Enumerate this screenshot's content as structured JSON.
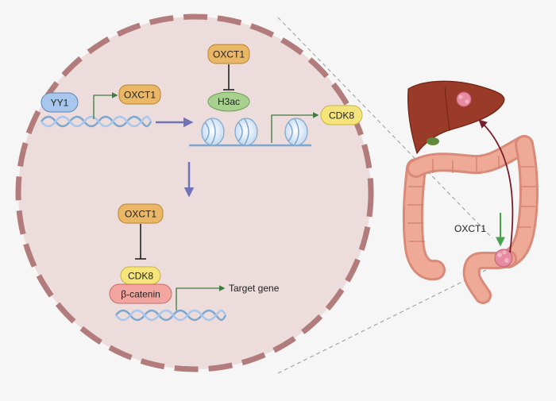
{
  "labels": {
    "yy1": "YY1",
    "oxct1_promoter": "OXCT1",
    "oxct1_top": "OXCT1",
    "h3ac": "H3ac",
    "cdk8_top": "CDK8",
    "oxct1_lower": "OXCT1",
    "cdk8_lower": "CDK8",
    "beta_catenin": "β-catenin",
    "target_gene": "Target gene",
    "oxct1_organ": "OXCT1"
  },
  "colors": {
    "canvas_bg": "#f6f6f6",
    "circle_fill": "#ecdcdc",
    "circle_border": "#b27c7c",
    "yy1_fill": "#a9c7ec",
    "oxct1_fill": "#e9b766",
    "h3ac_fill": "#a8d18f",
    "cdk8_fill": "#f5e47c",
    "beta_catenin_fill": "#f3a6a0",
    "dna_color": "#7ea7cf",
    "flow_arrow": "#7073b6",
    "activation_arrow": "#3e7b3e",
    "liver": "#9a3a28",
    "colon": "#e9a28e",
    "tumor": "#e88aa2",
    "metastasis_arrow": "#7a1d2a",
    "down_arrow": "#46a34b"
  },
  "icons": [
    "liver-icon",
    "colon-icon",
    "tumor-icon"
  ]
}
